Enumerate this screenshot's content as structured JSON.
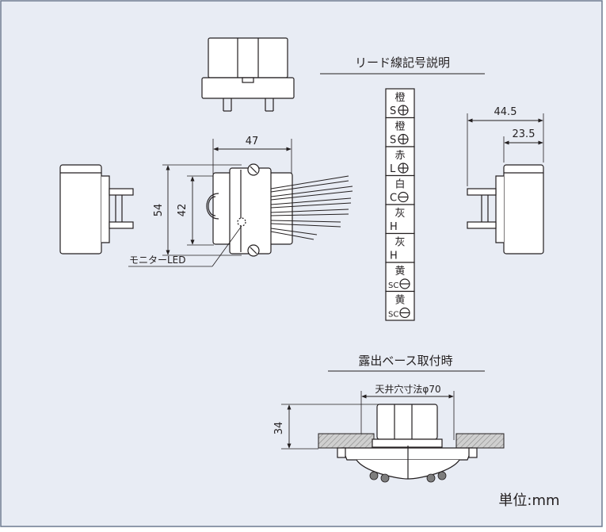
{
  "lead_legend": {
    "title": "リード線記号説明",
    "cells": [
      {
        "color": "橙",
        "code": "S",
        "sign": "plus"
      },
      {
        "color": "橙",
        "code": "S",
        "sign": "plus"
      },
      {
        "color": "赤",
        "code": "L",
        "sign": "plus"
      },
      {
        "color": "白",
        "code": "C",
        "sign": "minus"
      },
      {
        "color": "灰",
        "code": "H",
        "sign": "none"
      },
      {
        "color": "灰",
        "code": "H",
        "sign": "none"
      },
      {
        "color": "黄",
        "code": "SC",
        "sign": "minus"
      },
      {
        "color": "黄",
        "code": "SC",
        "sign": "minus"
      }
    ]
  },
  "front_view": {
    "width": "47",
    "height_outer": "54",
    "height_inner": "42",
    "led_label": "モニターLED"
  },
  "side_view": {
    "depth_total": "44.5",
    "depth_body": "23.5"
  },
  "mount_view": {
    "title": "露出ベース取付時",
    "hole_label": "天井穴寸法φ70",
    "height": "34"
  },
  "unit_label": "単位:mm",
  "colors": {
    "background": "#e8ecf4",
    "frame": "#6d7a90",
    "line": "#231f20",
    "body_fill": "#ffffff",
    "ceiling_fill": "#c8c8c8"
  }
}
